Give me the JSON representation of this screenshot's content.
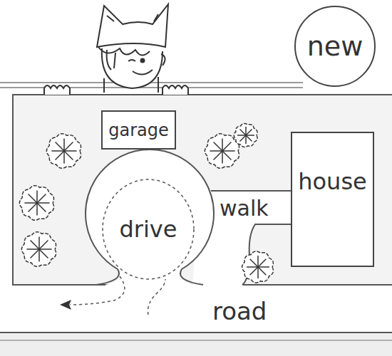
{
  "diagram": {
    "nodes": [
      {
        "text": [
          "new"
        ]
      },
      {
        "text": [
          "garage"
        ]
      },
      {
        "text": [
          "drive"
        ]
      },
      {
        "text": [
          "house"
        ]
      }
    ],
    "labels": [
      "walk",
      "road"
    ]
  }
}
